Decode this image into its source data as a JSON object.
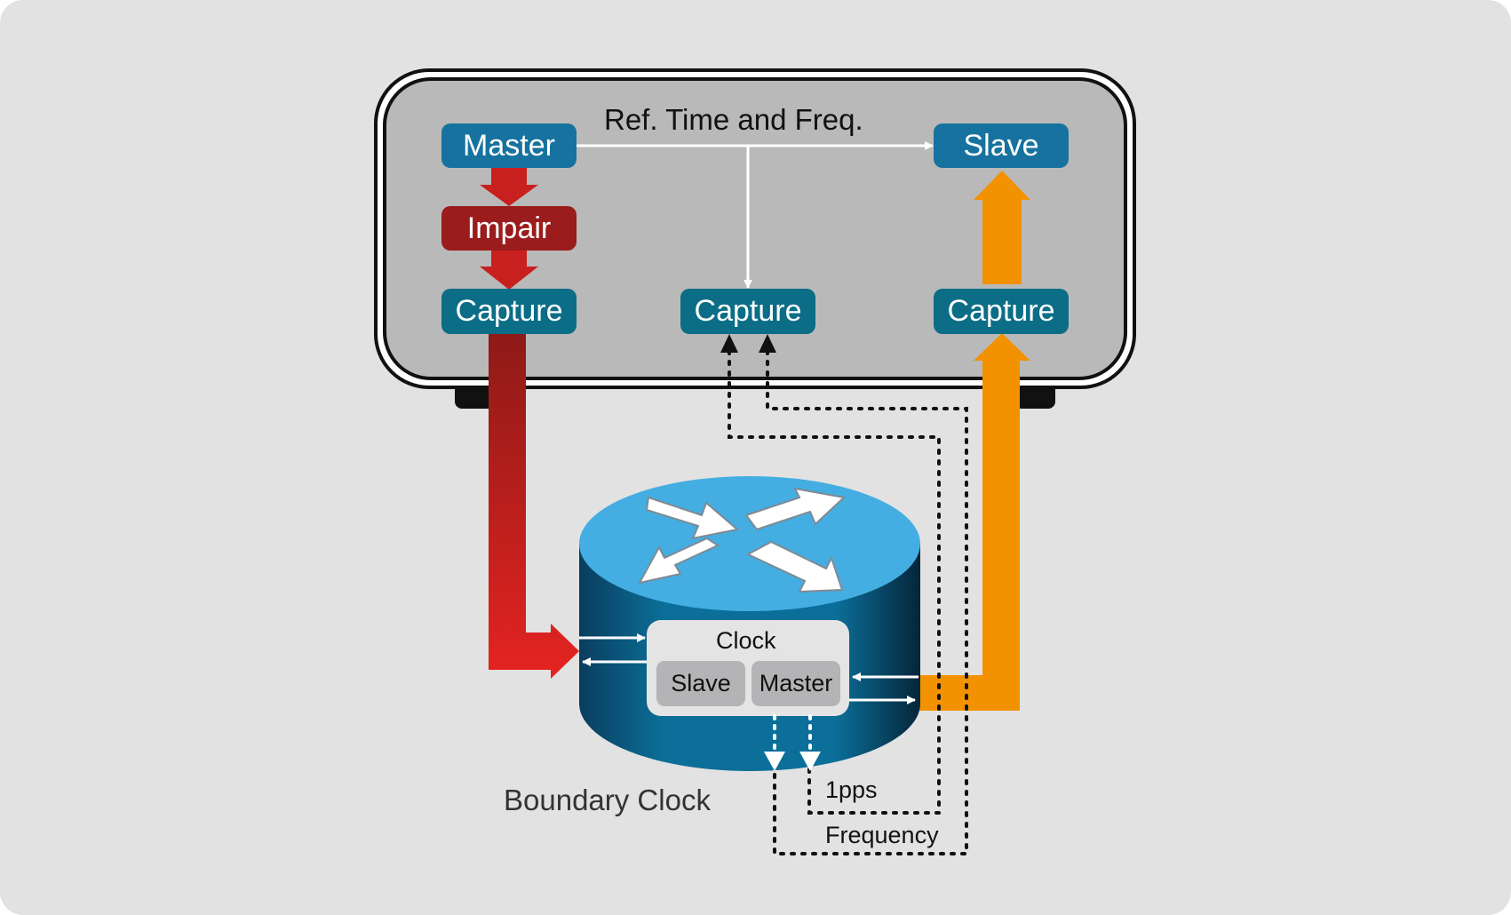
{
  "diagram": {
    "test_instrument": {
      "ref_label": "Ref. Time and Freq.",
      "master": "Master",
      "impair": "Impair",
      "slave": "Slave",
      "capture_left": "Capture",
      "capture_mid": "Capture",
      "capture_right": "Capture"
    },
    "boundary_clock": {
      "title": "Boundary Clock",
      "clock": "Clock",
      "slave": "Slave",
      "master": "Master"
    },
    "signals": {
      "pps": "1pps",
      "frequency": "Frequency"
    }
  },
  "colors": {
    "background": "#e2e2e2",
    "instrument": "#b9b9b9",
    "master_blue": "#17729f",
    "capture_teal": "#0b6d86",
    "impair_red": "#9a1c1c",
    "arrow_red": "#e31e24",
    "arrow_orange": "#f39200",
    "router_top": "#44aee2",
    "router_side": "#0b6f99"
  }
}
